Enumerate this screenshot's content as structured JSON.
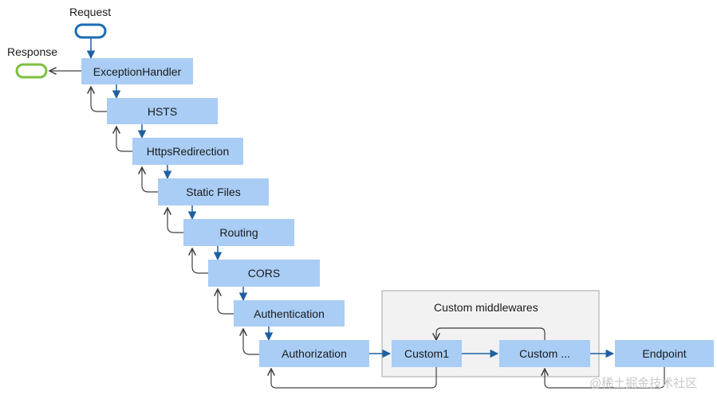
{
  "labels": {
    "request": "Request",
    "response": "Response",
    "group_title": "Custom middlewares",
    "watermark": "@稀土掘金技术社区"
  },
  "pipeline": [
    "ExceptionHandler",
    "HSTS",
    "HttpsRedirection",
    "Static Files",
    "Routing",
    "CORS",
    "Authentication",
    "Authorization"
  ],
  "custom": [
    "Custom1",
    "Custom ..."
  ],
  "endpoint": "Endpoint",
  "colors": {
    "box_fill": "#a9cdf5",
    "forward_arrow": "#1f5fa0",
    "return_line": "#404040",
    "request_pill": "#1b6cb5",
    "response_pill": "#7cbf3f",
    "group_fill": "#f2f2f2",
    "group_border": "#a6a6a6"
  }
}
